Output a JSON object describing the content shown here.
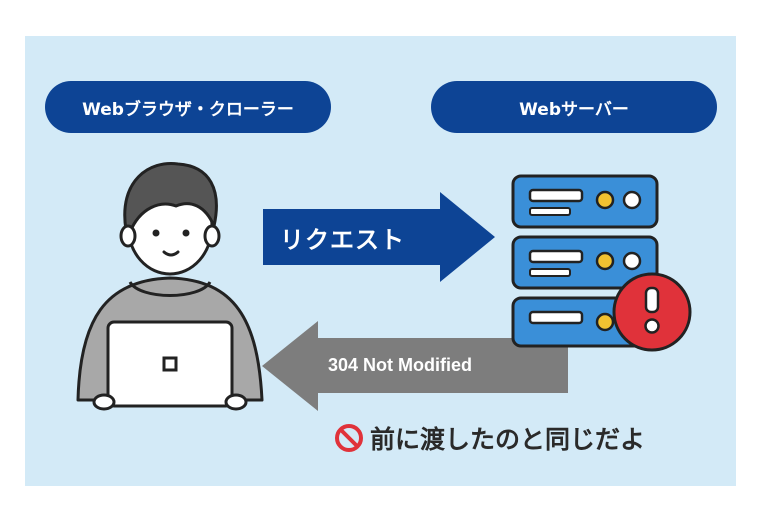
{
  "labels": {
    "client": "Webブラウザ・クローラー",
    "server": "Webサーバー",
    "request": "リクエスト",
    "response": "304 Not Modified",
    "message": "前に渡したのと同じだよ"
  },
  "icons": {
    "person": "person-with-laptop-icon",
    "server": "server-rack-icon",
    "alert": "exclamation-alert-icon",
    "no_entry": "no-entry-icon"
  },
  "colors": {
    "background": "#d3eaf7",
    "pill": "#0d4495",
    "request_arrow": "#0d4495",
    "response_arrow": "#7d7d7d",
    "alert": "#e0323a",
    "server_body": "#3a8fd8"
  }
}
